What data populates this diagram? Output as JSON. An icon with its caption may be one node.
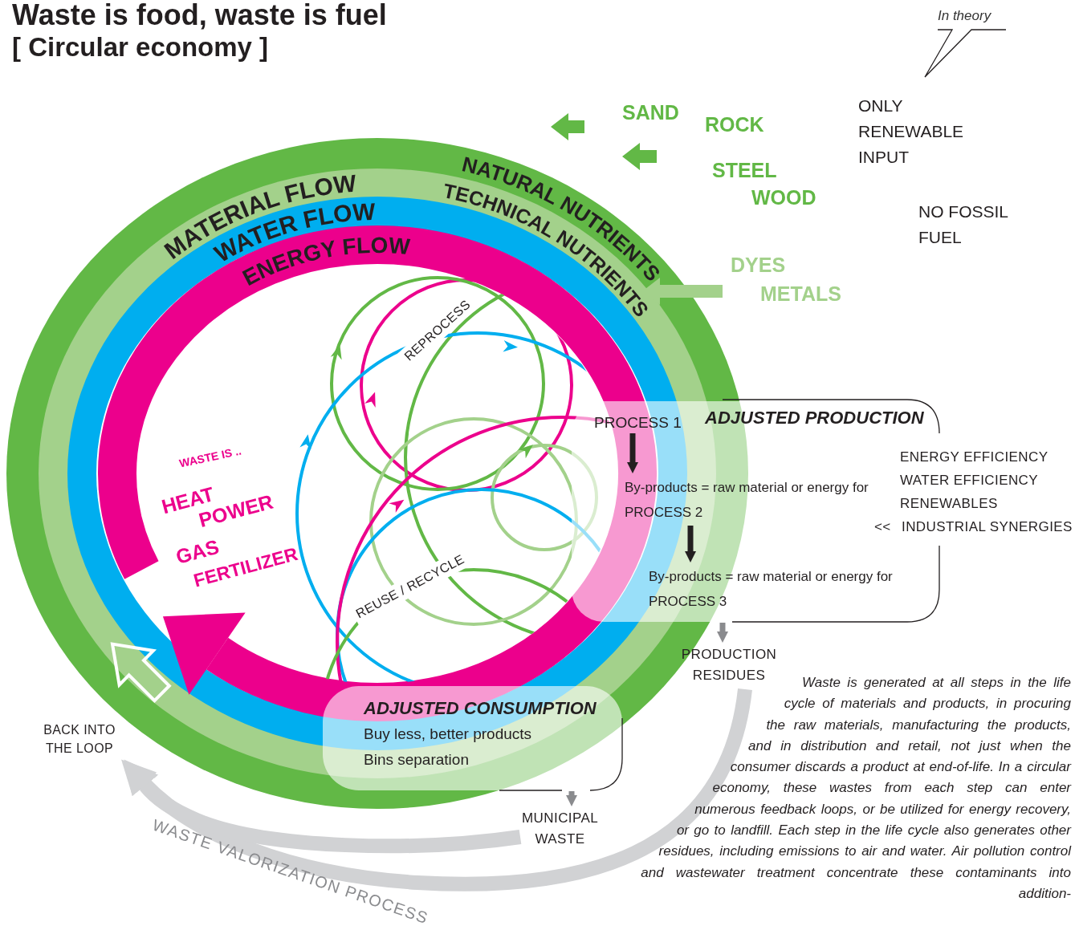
{
  "diagram": {
    "title": "Waste is food, waste is fuel",
    "nodes": [
      {
        "text": [
          "ADJUSTED PRODUCTION"
        ]
      },
      {
        "text": [
          "PROCESS 1"
        ],
        "in": 0
      },
      {
        "text": [
          "By-products = raw material or energy for PROCESS 2"
        ],
        "in": 0
      },
      {
        "text": [
          "By-products = raw material or energy for PROCESS 3"
        ],
        "in": 0
      },
      {
        "text": [
          "PRODUCTION RESIDUES"
        ]
      },
      {
        "text": [
          "ADJUSTED CONSUMPTION",
          "Buy less, better products",
          "Bins separation"
        ]
      },
      {
        "text": [
          "MUNICIPAL WASTE"
        ]
      },
      {
        "text": [
          "BACK INTO THE LOOP"
        ]
      }
    ],
    "edges": [
      {
        "from": 1,
        "to": 2,
        "arrow": "to"
      },
      {
        "from": 2,
        "to": 3,
        "arrow": "to"
      },
      {
        "from": 0,
        "to": 4,
        "arrow": "to",
        "color": "#8a8b8e"
      },
      {
        "from": 5,
        "to": 6,
        "arrow": "to",
        "color": "#8a8b8e"
      },
      {
        "from": 4,
        "to": 7,
        "arrow": "to",
        "label": "WASTE VALORIZATION PROCESS",
        "style": "thick",
        "color": "#d1d2d4"
      },
      {
        "from": 6,
        "to": 7,
        "arrow": "to",
        "style": "thick",
        "color": "#d1d2d4"
      }
    ],
    "labels": [
      "[ Circular economy ]",
      "In theory",
      "SAND",
      "ROCK",
      "STEEL",
      "WOOD",
      "ONLY RENEWABLE INPUT",
      "NO FOSSIL FUEL",
      "DYES",
      "METALS",
      "MATERIAL FLOW",
      "NATURAL NUTRIENTS",
      "WATER FLOW",
      "TECHNICAL NUTRIENTS",
      "ENERGY FLOW",
      "REPROCESS",
      "WASTE IS ..",
      "HEAT",
      "POWER",
      "GAS",
      "FERTILIZER",
      "REUSE / RECYCLE",
      "ENERGY EFFICIENCY",
      "WATER EFFICIENCY",
      "RENEWABLES",
      "<<",
      "INDUSTRIAL SYNERGIES",
      "Waste is generated at all steps in the life cycle of materials and products, in procuring the raw materials, manufacturing the products, and in distribution and retail, not just when the consumer discards a product at end-of-life. In a circular economy, these wastes from each step can enter numerous feedback loops, or be utilized for energy recovery, or go to landfill. Each step in the life cycle also generates other residues, including emissions to air and water. Air pollution control and wastewater treatment concentrate these contaminants into addition-"
    ]
  }
}
